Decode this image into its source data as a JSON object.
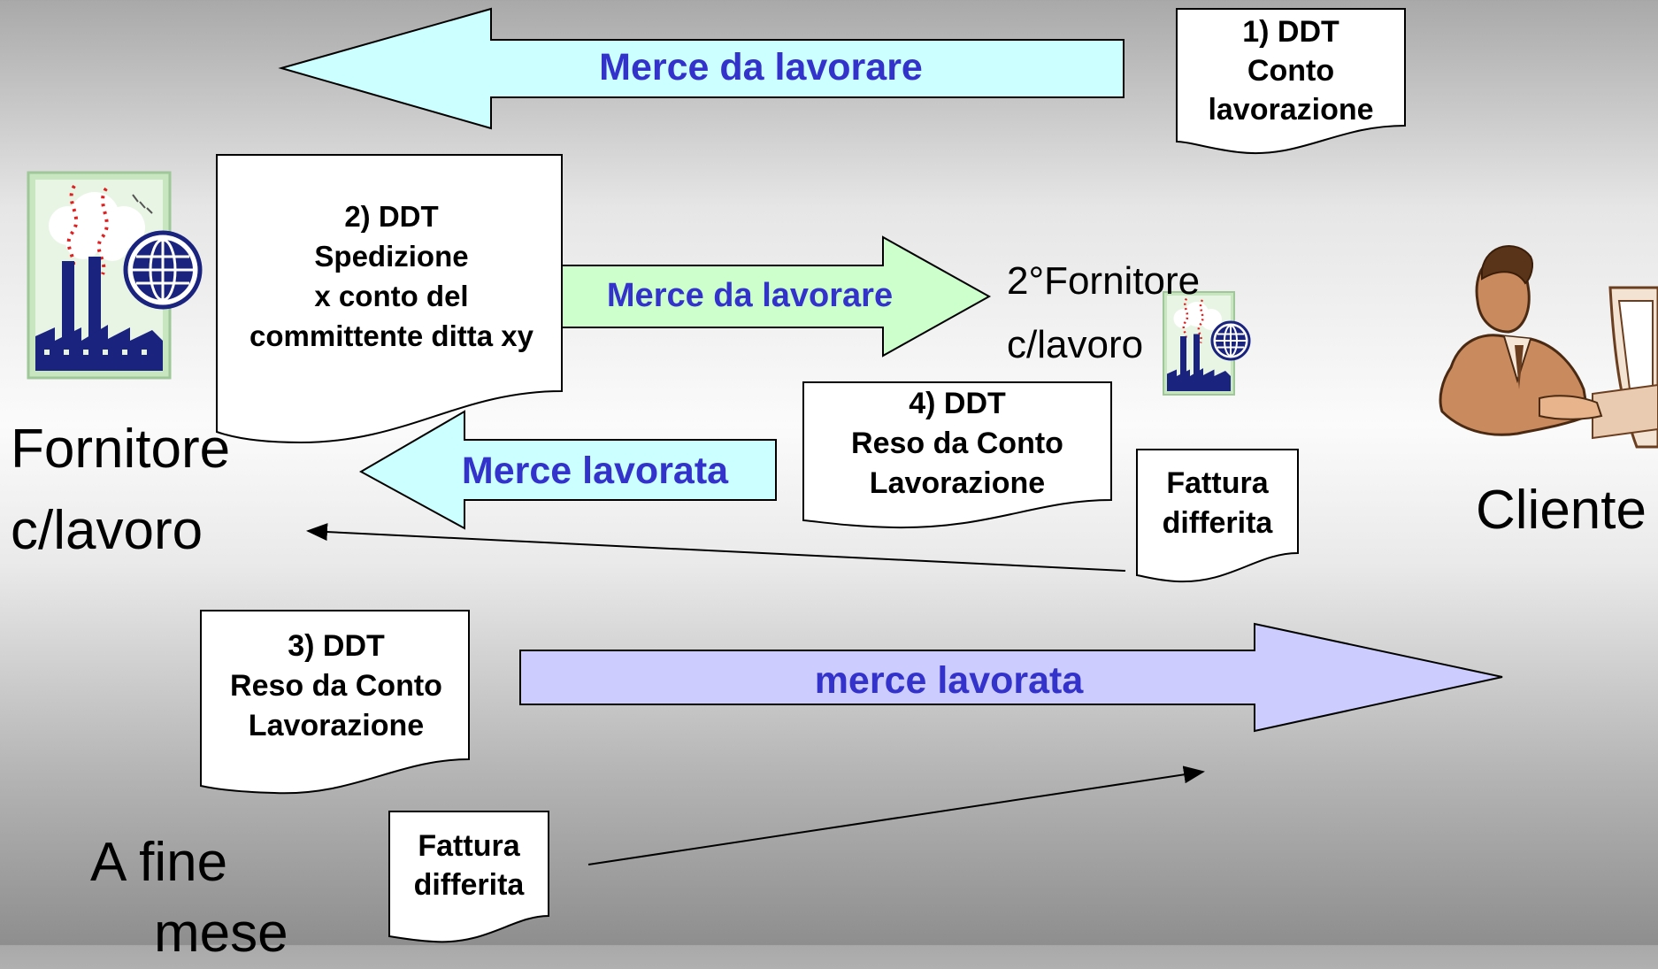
{
  "arrows": {
    "top": {
      "label": "Merce da lavorare",
      "color": "#ccffff"
    },
    "middle": {
      "label": "Merce da lavorare",
      "color": "#ccffcc"
    },
    "returned": {
      "label": "Merce lavorata",
      "color": "#ccffff"
    },
    "bottom": {
      "label": "merce lavorata",
      "color": "#ccccff"
    }
  },
  "documents": {
    "doc1": {
      "lines": [
        "1) DDT",
        "Conto",
        "lavorazione"
      ]
    },
    "doc2": {
      "lines": [
        "2) DDT",
        "Spedizione",
        "x conto del",
        "committente ditta xy"
      ]
    },
    "doc3": {
      "lines": [
        "3) DDT",
        "Reso da Conto",
        "Lavorazione"
      ]
    },
    "doc4": {
      "lines": [
        "4) DDT",
        "Reso da Conto",
        "Lavorazione"
      ]
    },
    "invoice1": {
      "lines": [
        "Fattura",
        "differita"
      ]
    },
    "invoice2": {
      "lines": [
        "Fattura",
        "differita"
      ]
    }
  },
  "actors": {
    "supplier": {
      "lines": [
        "Fornitore",
        "c/lavoro"
      ],
      "icon": "factory-globe-icon"
    },
    "second_supplier": {
      "lines": [
        "2°Fornitore",
        "c/lavoro"
      ],
      "icon": "factory-globe-icon"
    },
    "client": {
      "label": "Cliente",
      "icon": "businessman-computer-icon"
    }
  },
  "timing": {
    "lines": [
      "A fine",
      "mese"
    ]
  },
  "colors": {
    "label_blue": "#3333cc",
    "factory_blue": "#1a237e",
    "smoke_red": "#e02020"
  }
}
